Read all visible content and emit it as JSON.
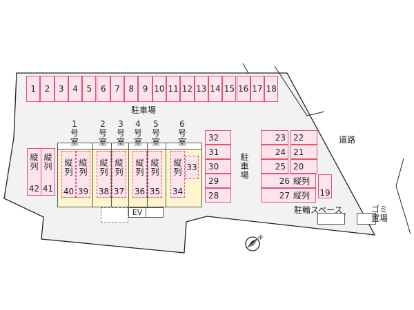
{
  "top_spots": [
    "1",
    "2",
    "3",
    "4",
    "5",
    "6",
    "7",
    "8",
    "9",
    "10",
    "11",
    "12",
    "13",
    "14",
    "15",
    "16",
    "17",
    "18"
  ],
  "labels": {
    "parking_top": "駐車場",
    "parking_mid": "駐車場",
    "road": "道路",
    "bicycle": "駐輪スペース",
    "garbage": "ゴミ置場",
    "ev": "EV",
    "tandem": "縦列"
  },
  "rooms": [
    "1号室",
    "2号室",
    "3号室",
    "4号室",
    "5号室",
    "6号室"
  ],
  "left_spots": [
    "42",
    "41"
  ],
  "inner_spots": [
    "40",
    "39",
    "38",
    "37",
    "36",
    "35",
    "34",
    "33"
  ],
  "right_column": [
    "32",
    "31",
    "30",
    "29",
    "28"
  ],
  "east_left": [
    "23",
    "24",
    "25"
  ],
  "east_right": [
    "22",
    "21",
    "20"
  ],
  "east_tandem": [
    "26",
    "27"
  ],
  "spot_19": "19",
  "colors": {
    "spot_fill": "#fde4ec",
    "spot_border": "#e05470",
    "building": "#fdf6cc",
    "lot": "#f2f2f2"
  }
}
